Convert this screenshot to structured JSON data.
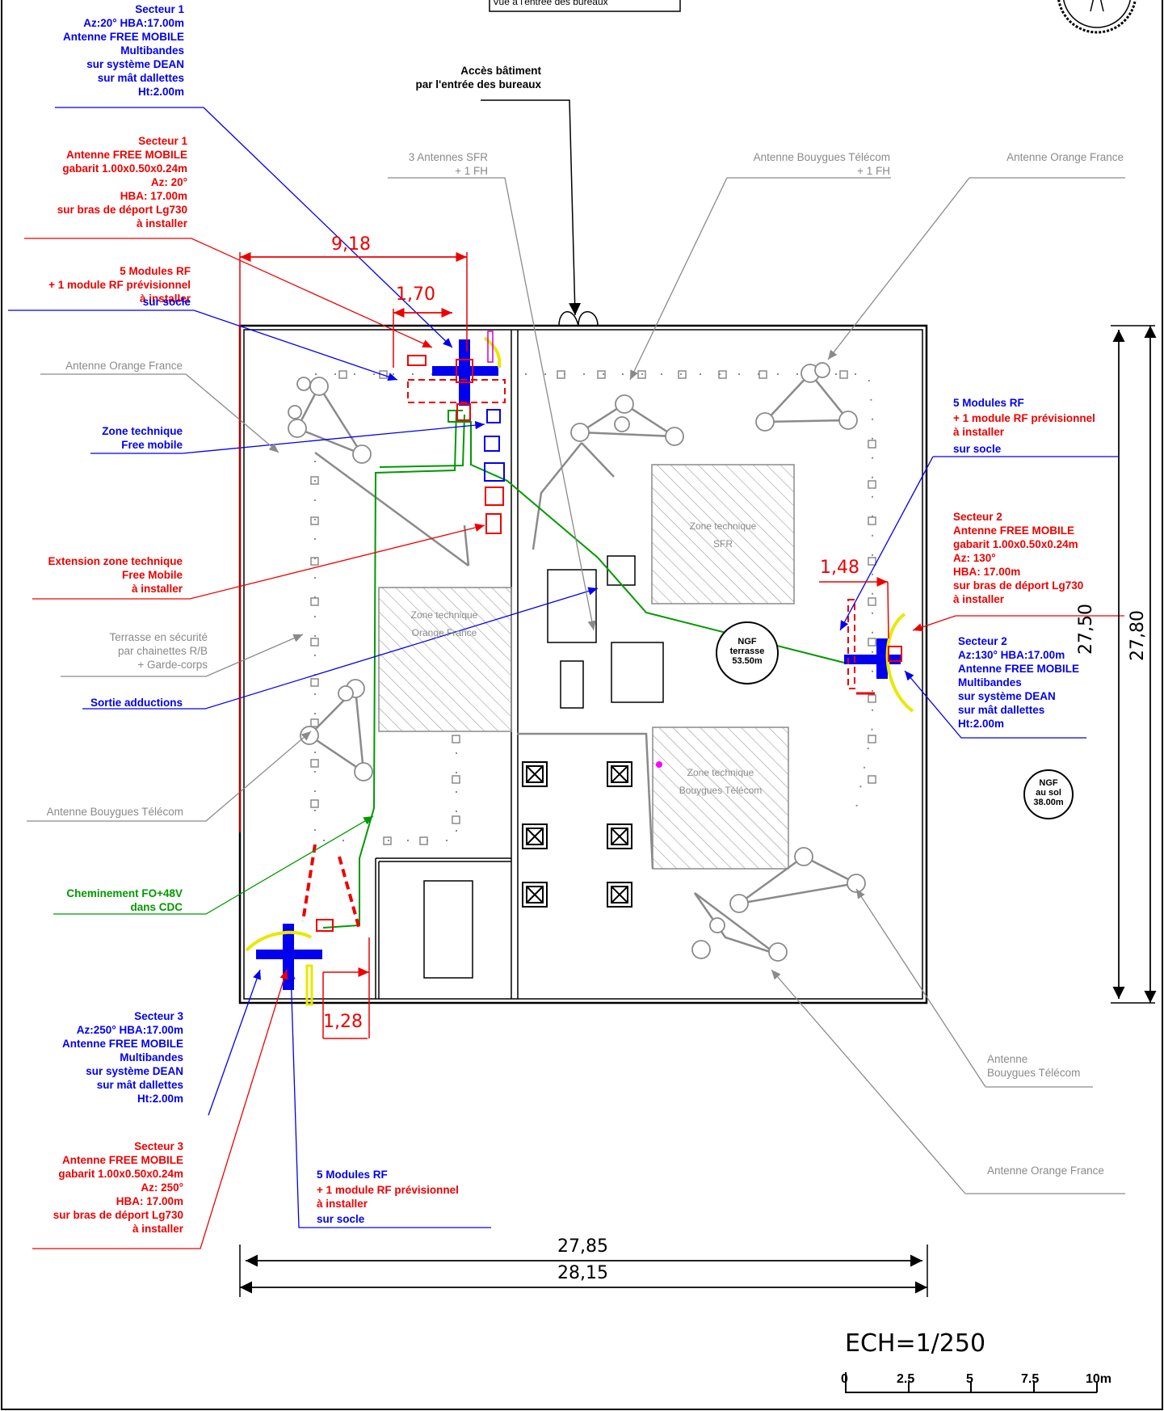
{
  "top_note": "Vue à l'entrée des bureaux",
  "labels": {
    "sector1_blue": "Secteur 1\nAz:20° HBA:17.00m\nAntenne FREE MOBILE\nMultibandes\nsur système DEAN\nsur mât dallettes\nHt:2.00m",
    "sector1_red": "Secteur 1\nAntenne FREE MOBILE\ngabarit 1.00x0.50x0.24m\nAz: 20°\nHBA: 17.00m\nsur bras de déport Lg730\nà installer",
    "modules_rf_1_red": "5 Modules RF\n+ 1 module RF prévisionnel\nà installer",
    "modules_rf_1_blue": "sur socle",
    "access": "Accès bâtiment\npar l'entrée des bureaux",
    "sfr_antennas": "3 Antennes SFR\n+ 1 FH",
    "bouygues_top": "Antenne Bouygues Télécom\n+ 1 FH",
    "orange_top_right": "Antenne Orange France",
    "orange_left": "Antenne Orange France",
    "zone_free": "Zone technique\nFree mobile",
    "extension_zone": "Extension zone technique\nFree Mobile\nà installer",
    "terrasse": "Terrasse en sécurité\npar chainettes R/B\n+ Garde-corps",
    "sortie": "Sortie adductions",
    "bouygues_left": "Antenne Bouygues Télécom",
    "cheminement": "Cheminement FO+48V\ndans CDC",
    "sector3_blue": "Secteur 3\nAz:250° HBA:17.00m\nAntenne FREE MOBILE\nMultibandes\nsur système DEAN\nsur mât dallettes\nHt:2.00m",
    "sector3_red": "Secteur 3\nAntenne FREE MOBILE\ngabarit 1.00x0.50x0.24m\nAz: 250°\nHBA: 17.00m\nsur bras de déport Lg730\nà installer",
    "modules_rf_3_blue1": "5 Modules RF",
    "modules_rf_3_red": "+ 1 module RF prévisionnel\nà installer",
    "modules_rf_3_blue2": "sur socle",
    "modules_rf_2_blue": "5 Modules RF",
    "modules_rf_2_red": "+ 1 module RF prévisionnel\nà installer",
    "modules_rf_2_blue2": "sur socle",
    "sector2_red": "Secteur 2\nAntenne FREE MOBILE\ngabarit 1.00x0.50x0.24m\nAz: 130°\nHBA: 17.00m\nsur bras de déport Lg730\nà installer",
    "sector2_blue": "Secteur 2\nAz:130° HBA:17.00m\nAntenne FREE MOBILE\nMultibandes\nsur système DEAN\nsur mât dallettes\nHt:2.00m",
    "bouygues_bottom_right": "Antenne\nBouygues Télécom",
    "orange_bottom_right": "Antenne Orange France"
  },
  "zones": {
    "sfr": "Zone technique\nSFR",
    "orange": "Zone technique\nOrange France",
    "bouygues": "Zone technique\nBouygues Télécom"
  },
  "ngf": {
    "terrasse": "NGF\nterrasse\n53.50m",
    "sol": "NGF\nau sol\n38.00m"
  },
  "dimensions": {
    "d918": "9,18",
    "d170": "1,70",
    "d148": "1,48",
    "d128": "1,28",
    "d2785": "27,85",
    "d2815": "28,15",
    "d2750": "27,50",
    "d2780": "27,80"
  },
  "scale": {
    "title": "ECH=1/250",
    "ticks": [
      "0",
      "2.5",
      "5",
      "7.5",
      "10m"
    ]
  },
  "colors": {
    "free_blue": "#0000ee",
    "free_red": "#ee0000",
    "cable_green": "#009900",
    "existing_gray": "#8a8a8a"
  }
}
